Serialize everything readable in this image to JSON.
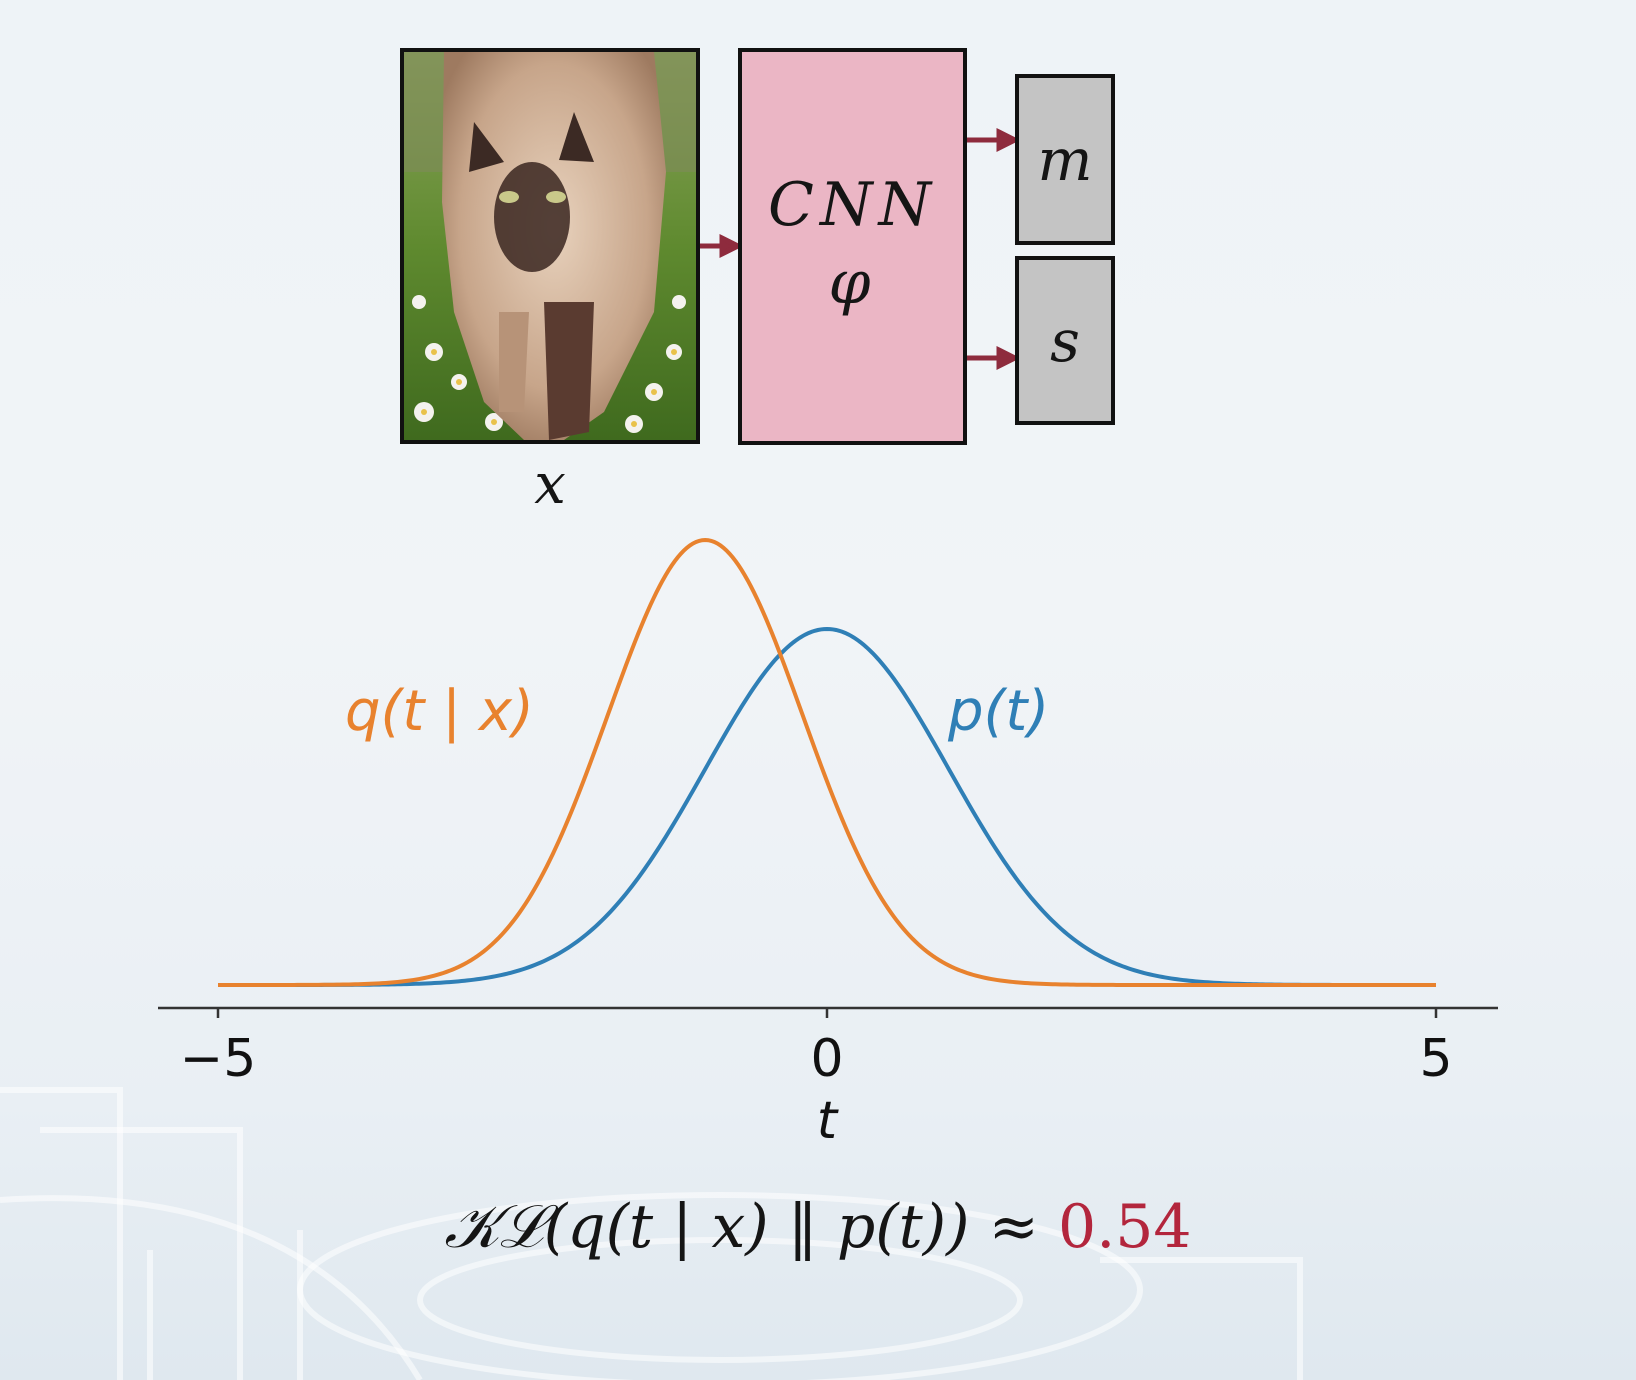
{
  "diagram": {
    "input_label": "x",
    "cnn_label": "CNN",
    "cnn_param": "φ",
    "outputs": [
      "m",
      "s"
    ],
    "colors": {
      "cnn_fill": "#ebb6c5",
      "output_fill": "#c4c4c4",
      "arrow": "#8e2b3d"
    }
  },
  "chart_data": {
    "type": "line",
    "xlabel": "t",
    "xlim": [
      -5,
      5
    ],
    "xticks": [
      "−5",
      "0",
      "5"
    ],
    "series": [
      {
        "name": "q(t | x)",
        "mean": -1.0,
        "std": 0.8,
        "color": "#e8822e"
      },
      {
        "name": "p(t)",
        "mean": 0.0,
        "std": 1.0,
        "color": "#2f7fb6"
      }
    ]
  },
  "kl": {
    "expression": "𝒦ℒ(q(t | x) ‖ p(t)) ≈",
    "value": "0.54",
    "value_color": "#b3263d"
  }
}
